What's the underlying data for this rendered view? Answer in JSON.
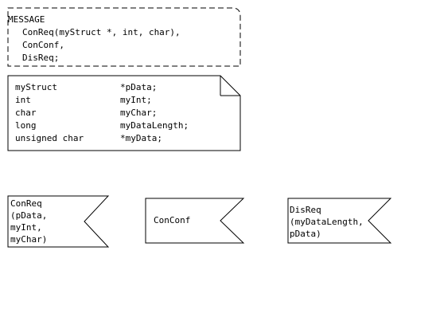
{
  "message_box": {
    "title": "MESSAGE",
    "lines": [
      "ConReq(myStruct *, int, char),",
      "ConConf,",
      "DisReq;"
    ]
  },
  "declarations": {
    "rows": [
      {
        "type": "myStruct",
        "name": "*pData;"
      },
      {
        "type": "int",
        "name": "myInt;"
      },
      {
        "type": "char",
        "name": "myChar;"
      },
      {
        "type": "long",
        "name": "myDataLength;"
      },
      {
        "type": "unsigned char",
        "name": "*myData;"
      }
    ]
  },
  "signals": [
    {
      "lines": [
        "ConReq",
        "(pData,",
        "myInt,",
        "myChar)"
      ]
    },
    {
      "lines": [
        "ConConf"
      ]
    },
    {
      "lines": [
        "DisReq",
        "(myDataLength,",
        "pData)"
      ]
    }
  ],
  "colors": {
    "stroke": "#000000",
    "background": "#ffffff"
  }
}
